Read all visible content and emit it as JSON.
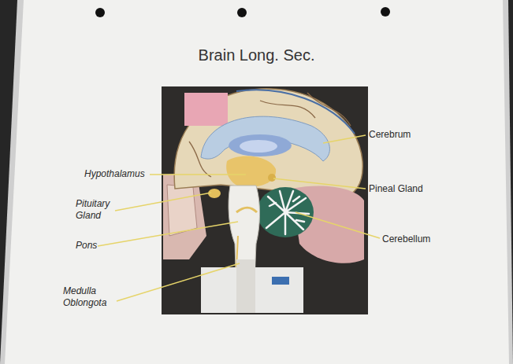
{
  "diagram": {
    "title": "Brain Long. Sec.",
    "labels": [
      "Hypothalamus",
      "Pituitary Gland",
      "Pons",
      "Medulla Oblongota",
      "Cerebrum",
      "Pineal Gland",
      "Cerebellum"
    ]
  }
}
